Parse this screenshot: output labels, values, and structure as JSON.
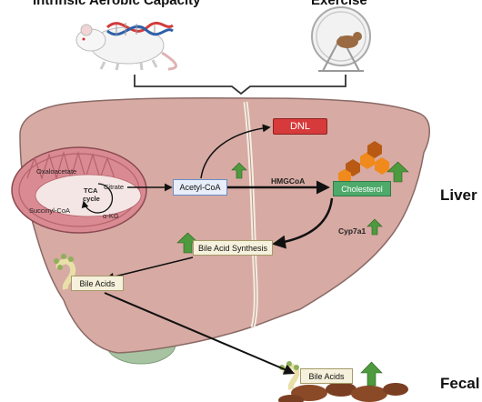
{
  "headers": {
    "intrinsic": "Intrinsic Aerobic Capacity",
    "exercise": "Exercise"
  },
  "side_labels": {
    "liver": "Liver",
    "fecal": "Fecal"
  },
  "nodes": {
    "dnl": "DNL",
    "acetyl_coa": "Acetyl-CoA",
    "hmgcoa": "HMGCoA",
    "cholesterol": "Cholesterol",
    "cyp7a1": "Cyp7a1",
    "bile_acid_synthesis": "Bile Acid Synthesis",
    "bile_acids_liver": "Bile Acids",
    "bile_acids_fecal": "Bile Acids"
  },
  "tca": {
    "oxaloacetate": "Oxaloacetate",
    "citrate": "Citrate",
    "cycle_label_1": "TCA",
    "cycle_label_2": "cycle",
    "succinyl_coa": "Succinyl-CoA",
    "akg": "α-KG"
  },
  "colors": {
    "liver": "#d7aaa3",
    "liver_outline": "#8a6a66",
    "mitochondria": "#d98a92",
    "dnl_fill": "#d63a3a",
    "cholesterol_fill": "#4daa6a",
    "acetyl_fill": "#e8eef9",
    "up_arrow": "#4e9a3e",
    "hexagon_orange": "#f08a1c",
    "hexagon_dark": "#b85a14",
    "stool": "#8a4a28"
  },
  "icons": [
    "rat-icon",
    "dna-icon",
    "rat-wheel-icon",
    "mitochondrion-icon",
    "cholesterol-hexagons-icon",
    "bile-acid-molecule-icon",
    "gallbladder-icon",
    "stool-icon",
    "up-arrow-icon"
  ]
}
